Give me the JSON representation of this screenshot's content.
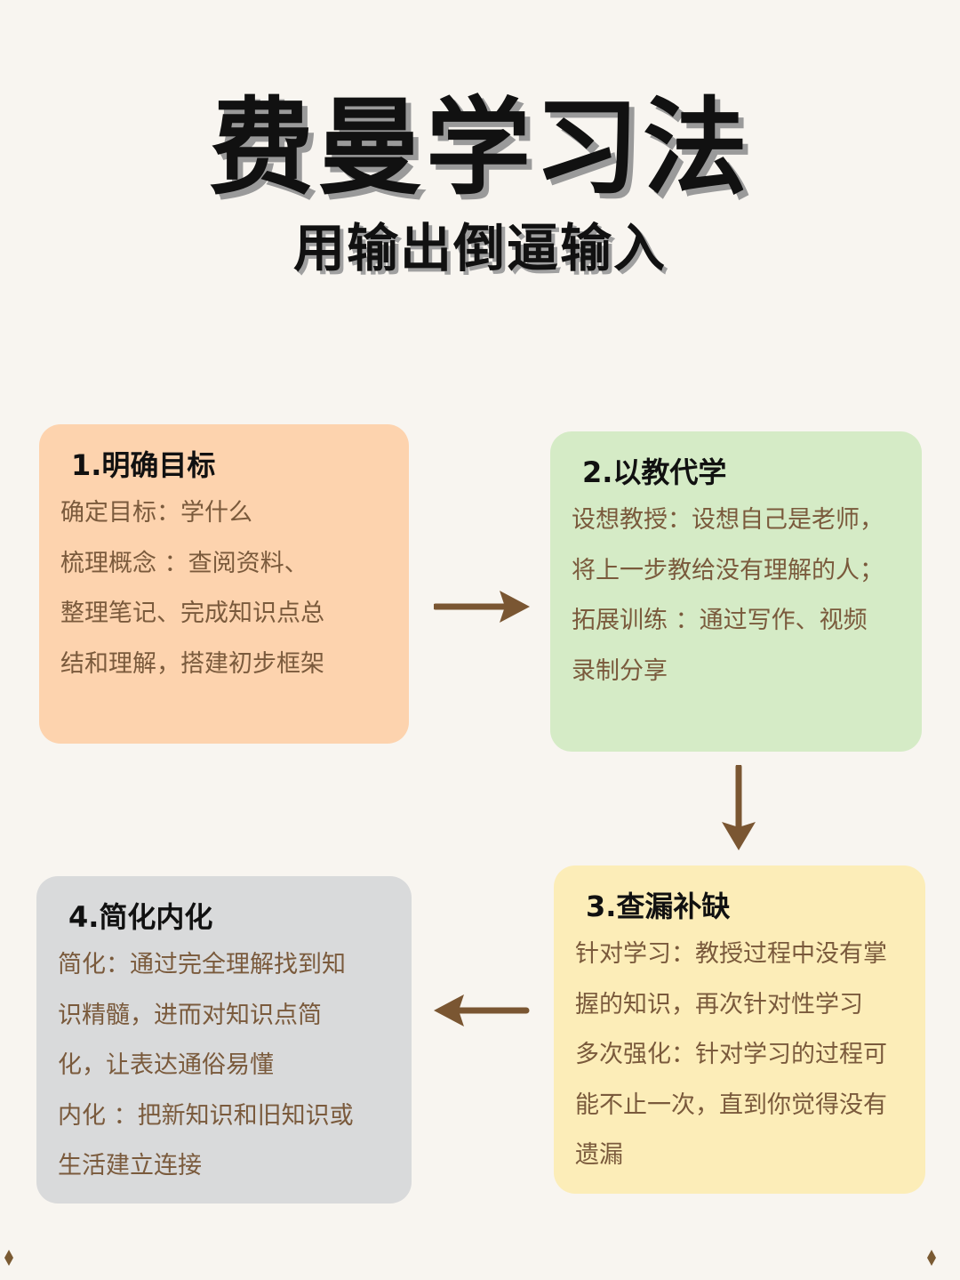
{
  "title": "费曼学习法",
  "subtitle": "用输出倒逼输入",
  "steps": [
    {
      "heading": "1.明确目标",
      "lines": [
        "确定目标：学什么",
        "梳理概念 ：查阅资料、",
        "整理笔记、完成知识点总",
        "结和理解，搭建初步框架"
      ],
      "color": "#fdd3ae"
    },
    {
      "heading": "2.以教代学",
      "lines": [
        "设想教授：设想自己是老师，",
        "将上一步教给没有理解的人；",
        "拓展训练 ：通过写作、视频",
        "录制分享"
      ],
      "color": "#d5ebc6"
    },
    {
      "heading": "3.查漏补缺",
      "lines": [
        "针对学习：教授过程中没有掌",
        "握的知识，再次针对性学习",
        "多次强化：针对学习的过程可",
        "能不止一次，直到你觉得没有",
        "遗漏"
      ],
      "color": "#fcedb8"
    },
    {
      "heading": "4.简化内化",
      "lines": [
        "简化：通过完全理解找到知",
        "识精髓，进而对知识点简",
        "化，让表达通俗易懂",
        "内化 ：把新知识和旧知识或",
        "生活建立连接"
      ],
      "color": "#d9dadb"
    }
  ],
  "arrow_color": "#7a5632"
}
